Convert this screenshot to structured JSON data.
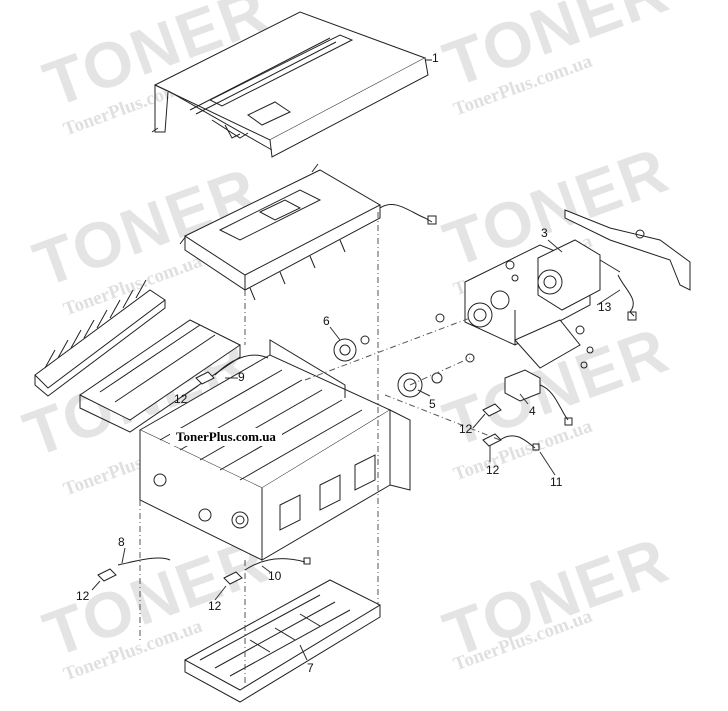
{
  "watermark": {
    "brand": "TONER",
    "site": "TonerPlus.com.ua"
  },
  "site_label": "TonerPlus.com.ua",
  "callouts": {
    "c1": "1",
    "c3": "3",
    "c4": "4",
    "c5": "5",
    "c6": "6",
    "c7": "7",
    "c8": "8",
    "c9": "9",
    "c10": "10",
    "c11": "11",
    "c12": "12",
    "c13": "13"
  }
}
